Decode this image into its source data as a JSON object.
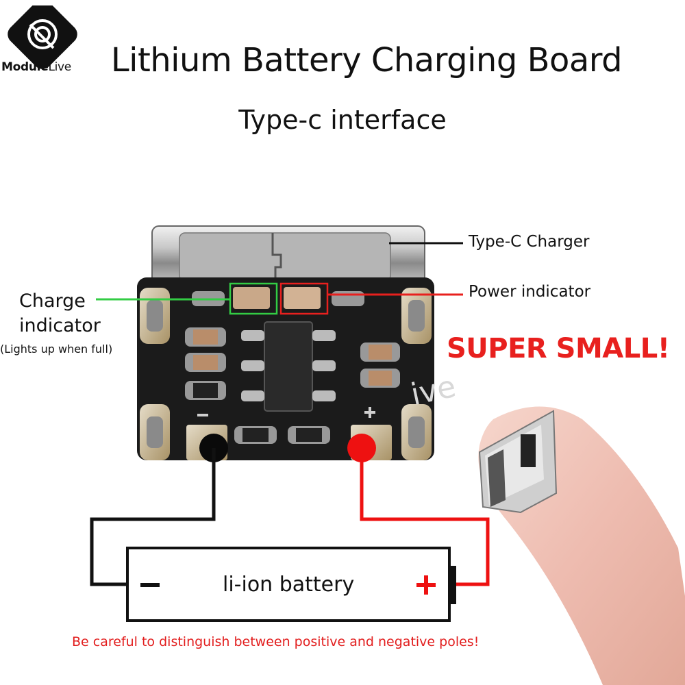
{
  "brand": {
    "name_bold": "Module",
    "name_light": "Live"
  },
  "title": "Lithium Battery Charging Board",
  "subtitle": "Type-c interface",
  "labels": {
    "type_c": "Type-C Charger",
    "power_indicator": "Power indicator",
    "charge_indicator_line1": "Charge",
    "charge_indicator_line2": "indicator",
    "charge_indicator_note": "(Lights up when full)"
  },
  "tagline": "SUPER SMALL!",
  "battery": {
    "label": "li-ion battery",
    "negative": "−",
    "positive": "+"
  },
  "warning": "Be careful to distinguish between positive and negative poles!",
  "watermark": "ive",
  "colors": {
    "accent_red": "#e8201e",
    "indicator_green": "#33cc44",
    "board": "#1a1a1a",
    "pad_gold": "#c8a678"
  },
  "icons": [
    "module-live-logo-icon",
    "type-c-connector-icon",
    "finger-photo-icon"
  ]
}
